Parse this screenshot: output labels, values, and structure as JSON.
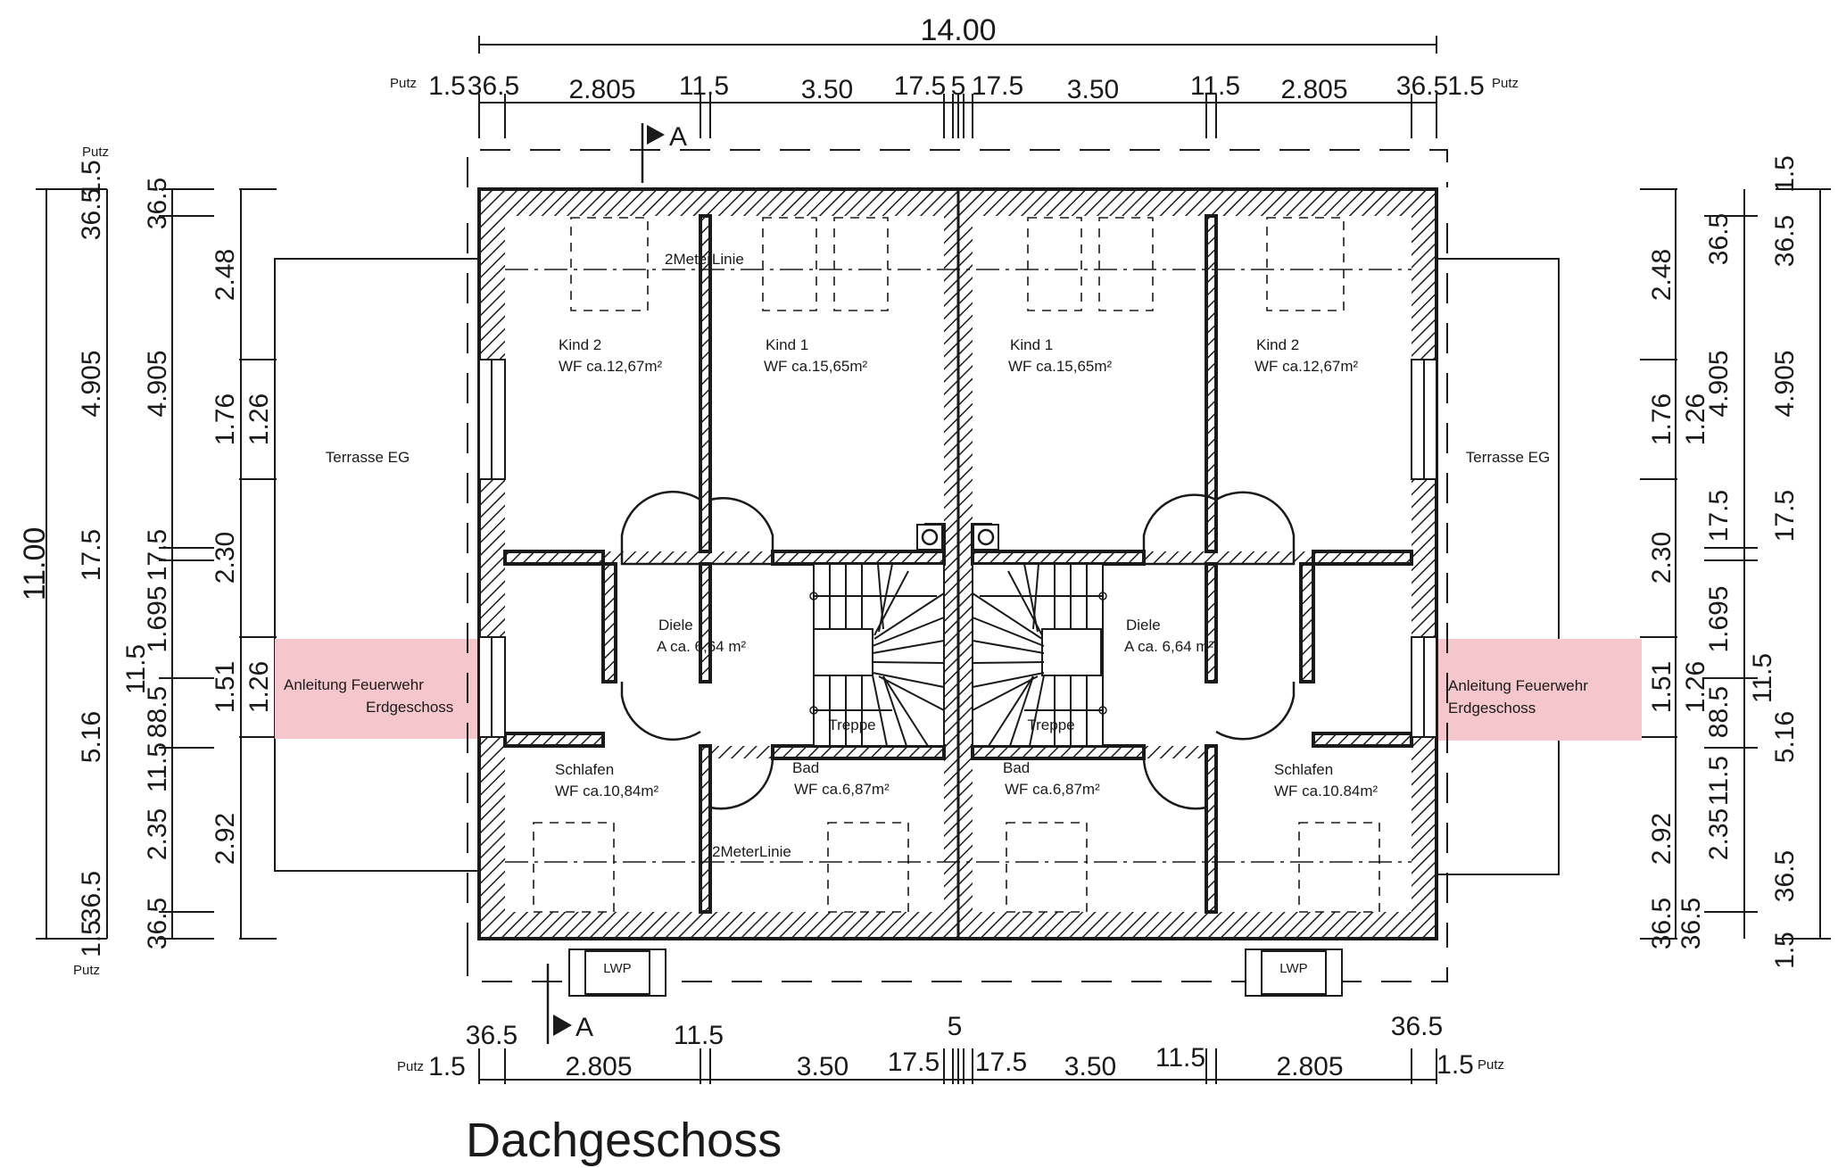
{
  "plan": {
    "title": "Dachgeschoss",
    "overall_width": "14.00",
    "overall_depth": "11.00",
    "section_marker": "A",
    "putz": "Putz",
    "two_meter_line": "2MeterLinie",
    "lwp": "LWP",
    "top_dims": [
      "1.5",
      "36.5",
      "2.805",
      "11.5",
      "3.50",
      "17.5",
      "5",
      "17.5",
      "3.50",
      "11.5",
      "2.805",
      "36.5",
      "1.5"
    ],
    "bottom_dims": [
      "1.5",
      "36.5",
      "2.805",
      "11.5",
      "3.50",
      "17.5",
      "5",
      "17.5",
      "3.50",
      "11.5",
      "2.805",
      "36.5",
      "1.5"
    ],
    "left_outer_dims": [
      "1.5",
      "36.5",
      "4.905",
      "17.5",
      "5.16",
      "36.5",
      "1.5"
    ],
    "left_mid_dims": [
      "36.5",
      "4.905",
      "17.5",
      "1.695",
      "11.5",
      "88.5",
      "11.5",
      "2.35",
      "36.5"
    ],
    "left_inner_dims": [
      "2.48",
      "1.76",
      "1.26",
      "2.30",
      "1.51",
      "1.26",
      "2.92"
    ],
    "right_inner_dims": [
      "2.48",
      "1.76",
      "1.26",
      "2.30",
      "1.51",
      "1.26",
      "2.92",
      "36.5"
    ],
    "right_mid_dims": [
      "36.5",
      "4.905",
      "17.5",
      "1.695",
      "88.5",
      "11.5",
      "2.35",
      "36.5"
    ],
    "right_outer_dims": [
      "1.5",
      "36.5",
      "4.905",
      "17.5",
      "11.5",
      "5.16",
      "36.5",
      "1.5"
    ],
    "terrace_left": "Terrasse EG",
    "terrace_right": "Terrasse EG",
    "fire_access_left": [
      "Anleitung Feuerwehr",
      "Erdgeschoss"
    ],
    "fire_access_right": [
      "Anleitung Feuerwehr",
      "Erdgeschoss"
    ],
    "rooms_left": {
      "kind2": [
        "Kind 2",
        "WF ca.12,67m²"
      ],
      "kind1": [
        "Kind 1",
        "WF ca.15,65m²"
      ],
      "diele": [
        "Diele",
        "A ca. 6,64 m²"
      ],
      "treppe": "Treppe",
      "schlafen": [
        "Schlafen",
        "WF ca.10,84m²"
      ],
      "bad": [
        "Bad",
        "WF ca.6,87m²"
      ]
    },
    "rooms_right": {
      "kind1": [
        "Kind 1",
        "WF ca.15,65m²"
      ],
      "kind2": [
        "Kind 2",
        "WF ca.12,67m²"
      ],
      "diele": [
        "Diele",
        "A ca. 6,64 m²"
      ],
      "treppe": "Treppe",
      "bad": [
        "Bad",
        "WF ca.6,87m²"
      ],
      "schlafen": [
        "Schlafen",
        "WF ca.10.84m²"
      ]
    },
    "colors": {
      "fire_access": "#f5c6cb",
      "ink": "#1a1a1a"
    }
  }
}
